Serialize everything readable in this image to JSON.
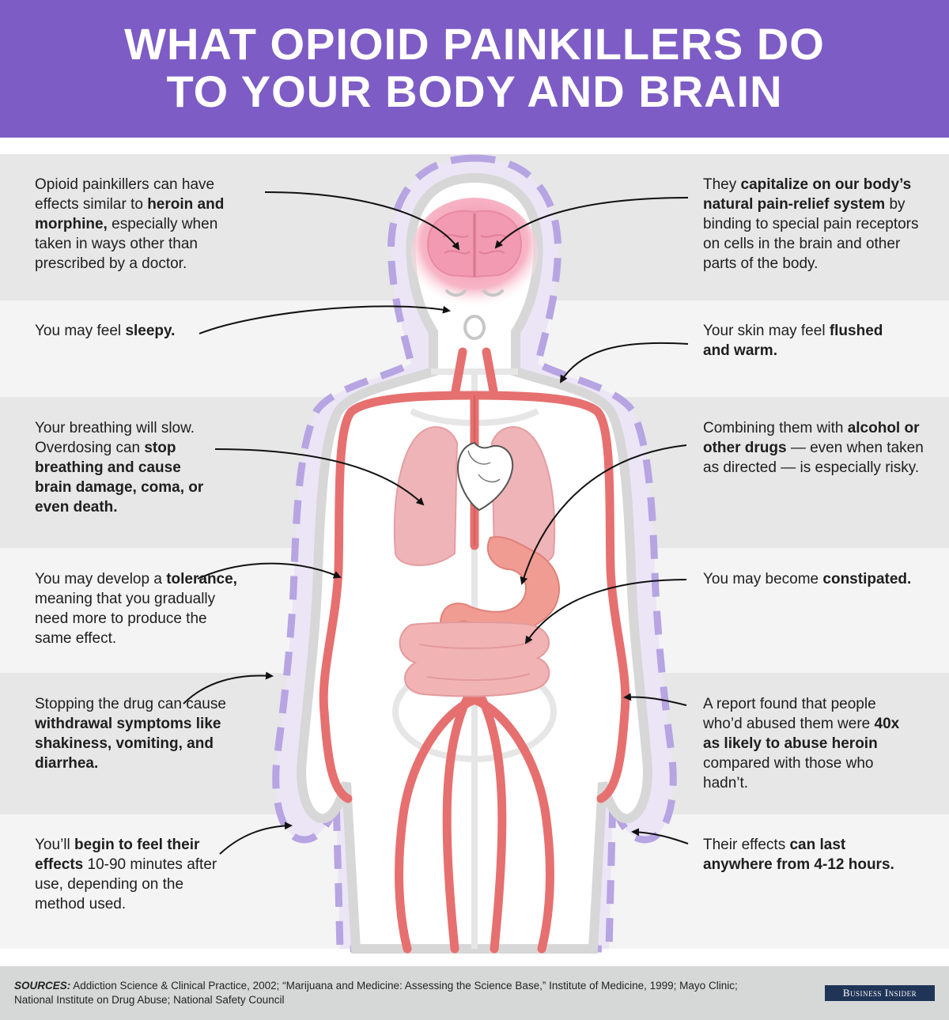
{
  "title": {
    "line1": "WHAT OPIOID PAINKILLERS DO",
    "line2": "TO YOUR BODY AND BRAIN"
  },
  "colors": {
    "header": "#7d5cc6",
    "band_dark": "#e6e7e6",
    "band_light": "#f4f4f4",
    "footer": "#d6d8d7",
    "vessel": "#e6706f",
    "organ": "#efa8ac",
    "brain": "#f28faa",
    "outline_dash": "#b7a4e2",
    "logo_bg": "#1f3457"
  },
  "left_notes": [
    {
      "parts": [
        "Opioid painkillers can have effects similar to ",
        "heroin and morphine,",
        " especially when taken in ways other than prescribed by a doctor."
      ]
    },
    {
      "parts": [
        "You may feel ",
        "sleepy.",
        ""
      ]
    },
    {
      "parts": [
        "Your breathing will slow. Overdosing can ",
        "stop breathing and cause brain damage, coma, or even death.",
        ""
      ]
    },
    {
      "parts": [
        "You may develop a ",
        "tolerance,",
        " meaning that you gradually need more to produce the same effect."
      ]
    },
    {
      "parts": [
        "Stopping the drug can cause ",
        "withdrawal symptoms like shakiness, vomiting, and diarrhea.",
        ""
      ]
    },
    {
      "parts": [
        "You’ll ",
        "begin to feel their effects",
        " 10-90 minutes after use, depending on the method used."
      ]
    }
  ],
  "right_notes": [
    {
      "parts": [
        "They ",
        "capitalize on our body’s natural pain-relief system",
        " by binding to special pain receptors on cells in the brain and other parts of the body."
      ]
    },
    {
      "parts": [
        "Your skin may feel ",
        "flushed and warm.",
        ""
      ]
    },
    {
      "parts": [
        "Combining them with ",
        "alcohol or other drugs",
        " — even when taken as directed — is especially risky."
      ]
    },
    {
      "parts": [
        "You may become ",
        "constipated.",
        ""
      ]
    },
    {
      "parts": [
        "A report found that people who’d abused them were ",
        "40x as likely to abuse heroin",
        " compared with those who hadn’t."
      ]
    },
    {
      "parts": [
        "Their effects ",
        "can last anywhere from 4-12 hours.",
        ""
      ]
    }
  ],
  "footer": {
    "sources_label": "SOURCES:",
    "sources_text": " Addiction Science & Clinical Practice, 2002; “Marijuana and Medicine: Assessing the Science Base,” Institute of Medicine, 1999; Mayo Clinic; National Institute on Drug Abuse; National Safety Council",
    "logo": "Business Insider"
  }
}
